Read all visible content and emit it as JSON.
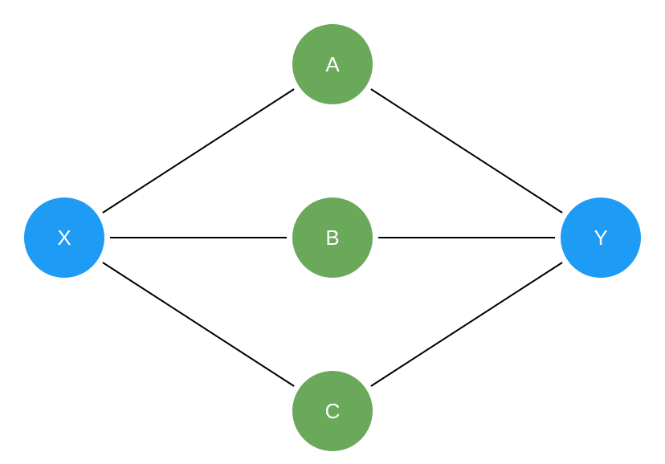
{
  "nodes": [
    {
      "id": "X",
      "label": "X",
      "color": "#1e9bf5"
    },
    {
      "id": "A",
      "label": "A",
      "color": "#6aa85a"
    },
    {
      "id": "B",
      "label": "B",
      "color": "#6aa85a"
    },
    {
      "id": "C",
      "label": "C",
      "color": "#6aa85a"
    },
    {
      "id": "Y",
      "label": "Y",
      "color": "#1e9bf5"
    }
  ],
  "edges": [
    {
      "from": "X",
      "to": "A"
    },
    {
      "from": "X",
      "to": "B"
    },
    {
      "from": "X",
      "to": "C"
    },
    {
      "from": "A",
      "to": "Y"
    },
    {
      "from": "B",
      "to": "Y"
    },
    {
      "from": "C",
      "to": "Y"
    }
  ]
}
